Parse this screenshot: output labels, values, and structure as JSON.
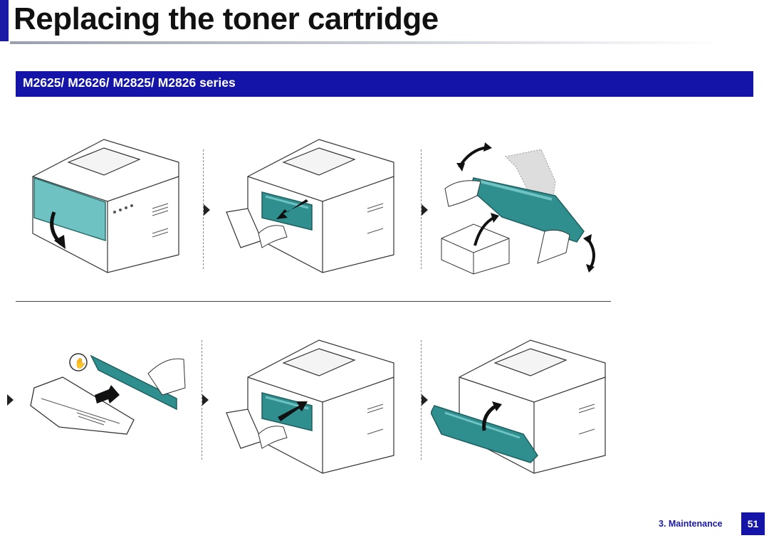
{
  "header": {
    "title": "Replacing the toner cartridge"
  },
  "section": {
    "title": "M2625/ M2626/ M2825/ M2826 series"
  },
  "steps": [
    {
      "name": "open-front-cover",
      "icon": "printer-open-cover-illustration"
    },
    {
      "name": "pull-out-cartridge",
      "icon": "printer-remove-cartridge-illustration"
    },
    {
      "name": "unpack-new-cartridge",
      "icon": "cartridge-unpack-shake-illustration"
    },
    {
      "name": "remove-protective-cover",
      "icon": "cartridge-remove-cover-illustration"
    },
    {
      "name": "insert-cartridge",
      "icon": "printer-insert-cartridge-illustration"
    },
    {
      "name": "close-front-cover",
      "icon": "printer-close-cover-illustration"
    }
  ],
  "footer": {
    "chapter": "3. Maintenance",
    "page_number": "51"
  },
  "colors": {
    "accent": "#1414a8",
    "toner_teal": "#2f8f8f",
    "toner_light": "#6fc2c2",
    "outline": "#333333"
  }
}
